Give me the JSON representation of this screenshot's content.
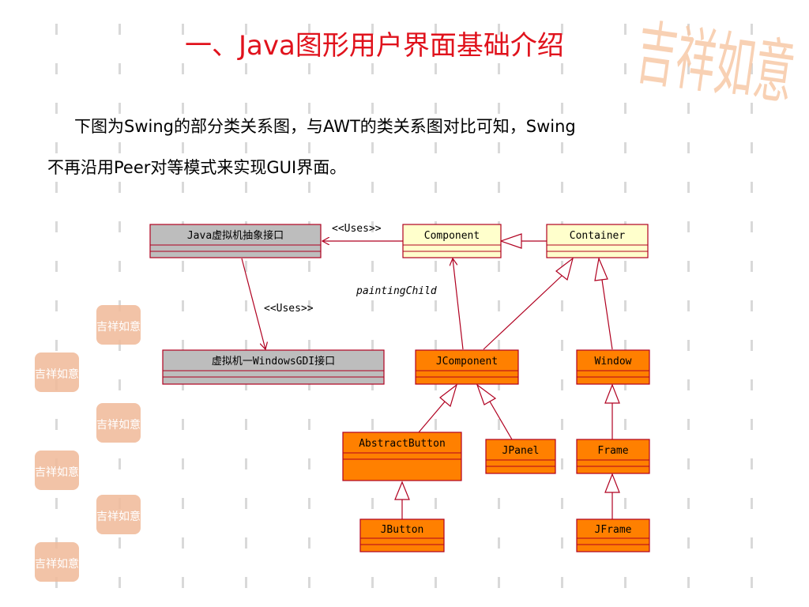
{
  "slide": {
    "title": "一、Java图形用户界面基础介绍",
    "paragraph": [
      "下图为Swing的部分类关系图，与AWT的类关系图对比可知，Swing",
      "不再沿用Peer对等模式来实现GUI界面。"
    ]
  },
  "decoration": {
    "watermark_text": "吉祥如意",
    "seal_text": "吉祥如意",
    "seal_color": "#f0b898",
    "watermark_color": "#f7c9a8"
  },
  "colors": {
    "title": "#e0121c",
    "gray_class_fill": "#bdbdbd",
    "yellow_class_fill": "#ffffcc",
    "orange_class_fill": "#ff8000",
    "line_color": "#b00020"
  },
  "diagram": {
    "classes": {
      "jvm_interface": "Java虚拟机抽象接口",
      "windows_gdi": "虚拟机一WindowsGDI接口",
      "component": "Component",
      "container": "Container",
      "jcomponent": "JComponent",
      "window": "Window",
      "abstract_button": "AbstractButton",
      "jpanel": "JPanel",
      "frame": "Frame",
      "jbutton": "JButton",
      "jframe": "JFrame"
    },
    "labels": {
      "uses_top": "<<Uses>>",
      "uses_down": "<<Uses>>",
      "painting_child": "paintingChild"
    }
  }
}
